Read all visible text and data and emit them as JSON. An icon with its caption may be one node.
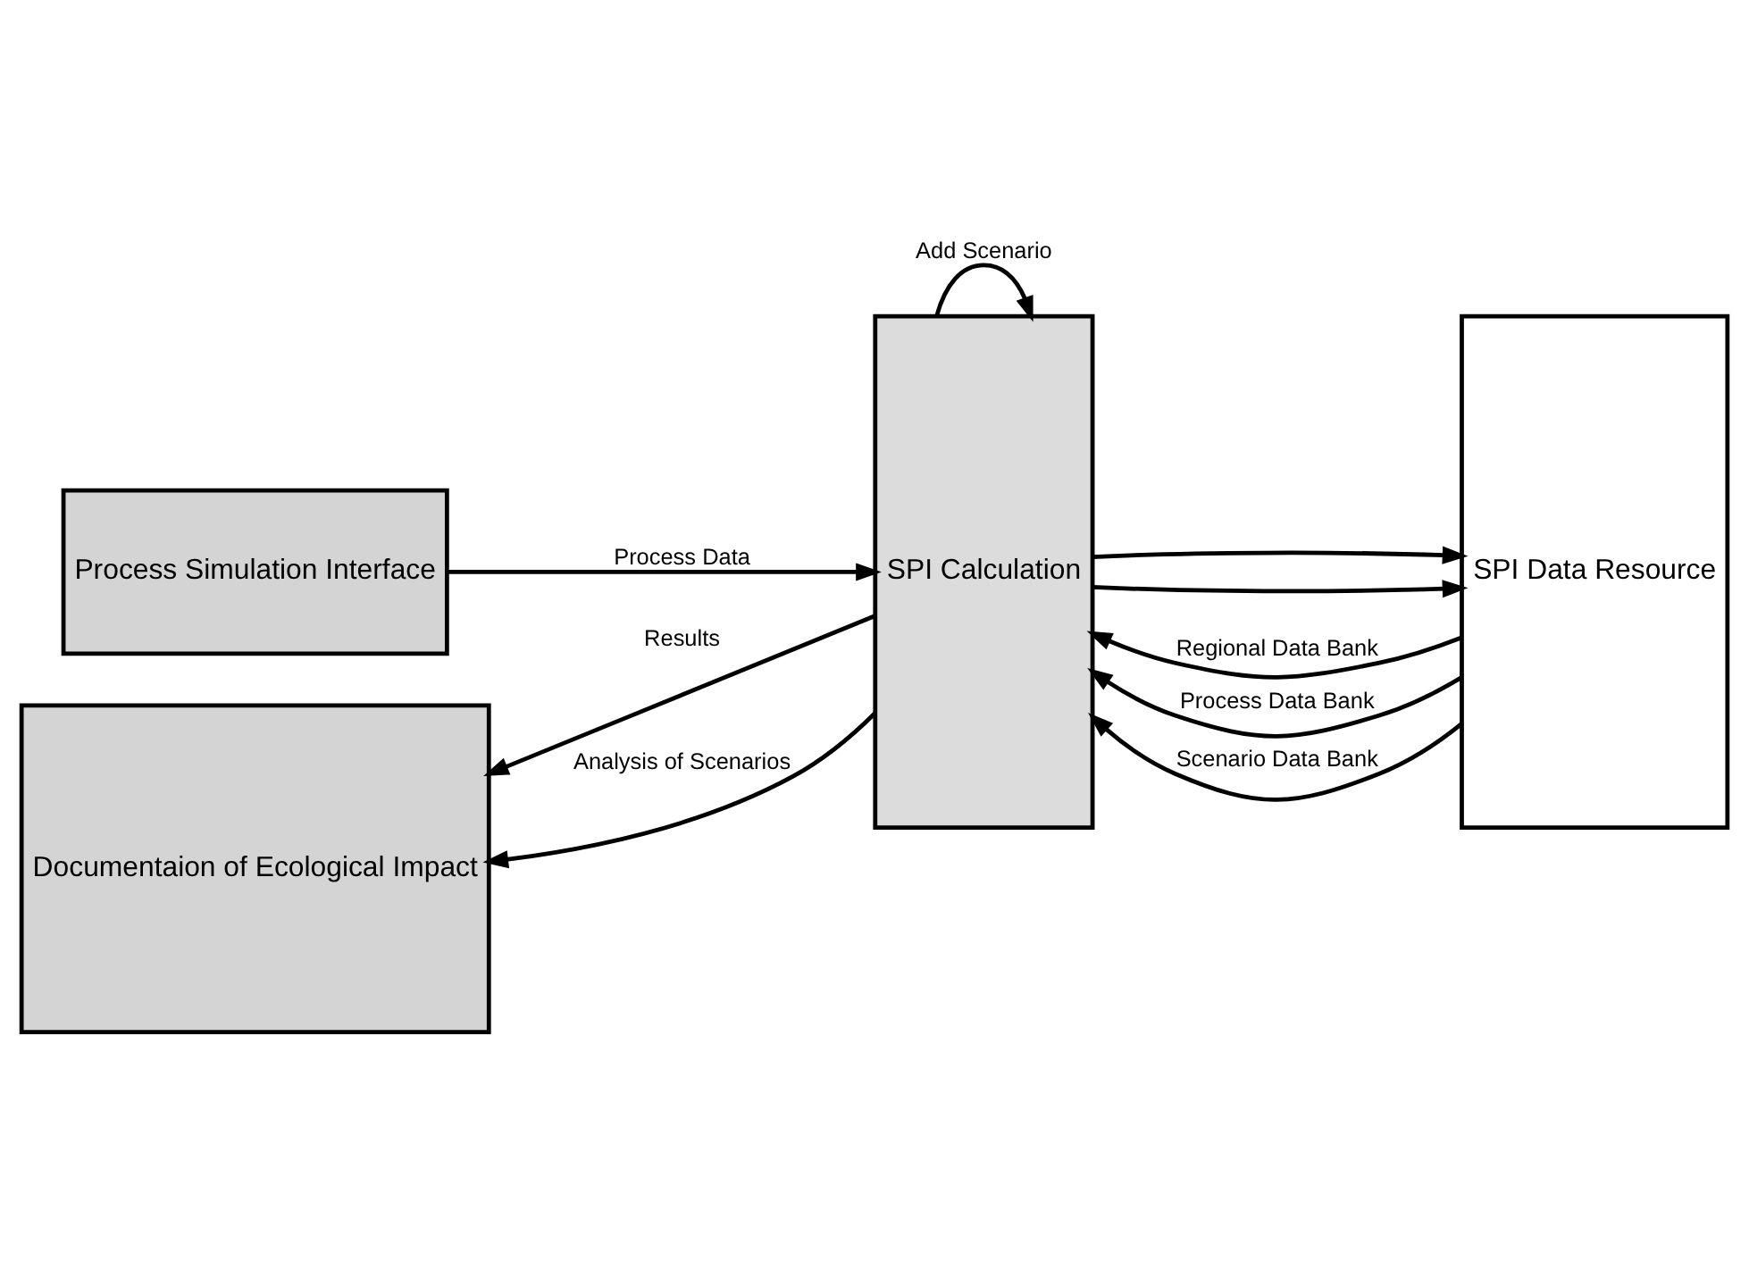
{
  "diagram": {
    "nodes": [
      {
        "text": [
          "Process Simulation Interface"
        ]
      },
      {
        "text": [
          "Documentaion of Ecological Impact"
        ]
      },
      {
        "text": [
          "SPI Calculation"
        ]
      },
      {
        "text": [
          "SPI Data Resource"
        ]
      }
    ],
    "edges": [
      {
        "from": 0,
        "to": 2,
        "arrow": "to",
        "label": "Process Data"
      },
      {
        "from": 3,
        "to": 2,
        "arrow": "to",
        "label": "Regional Data Bank"
      },
      {
        "from": 2,
        "to": 1,
        "arrow": "to",
        "label": "Results"
      },
      {
        "from": 2,
        "to": 2,
        "arrow": "to",
        "label": "Add Scenario"
      },
      {
        "from": 3,
        "to": 2,
        "arrow": "to",
        "label": "Process Data Bank"
      },
      {
        "from": 2,
        "to": 3,
        "arrow": "to"
      },
      {
        "from": 3,
        "to": 2,
        "arrow": "to",
        "label": "Scenario Data Bank"
      },
      {
        "from": 2,
        "to": 1,
        "arrow": "to",
        "label": "Analysis of Scenarios"
      },
      {
        "from": 2,
        "to": 3,
        "arrow": "to"
      }
    ]
  }
}
